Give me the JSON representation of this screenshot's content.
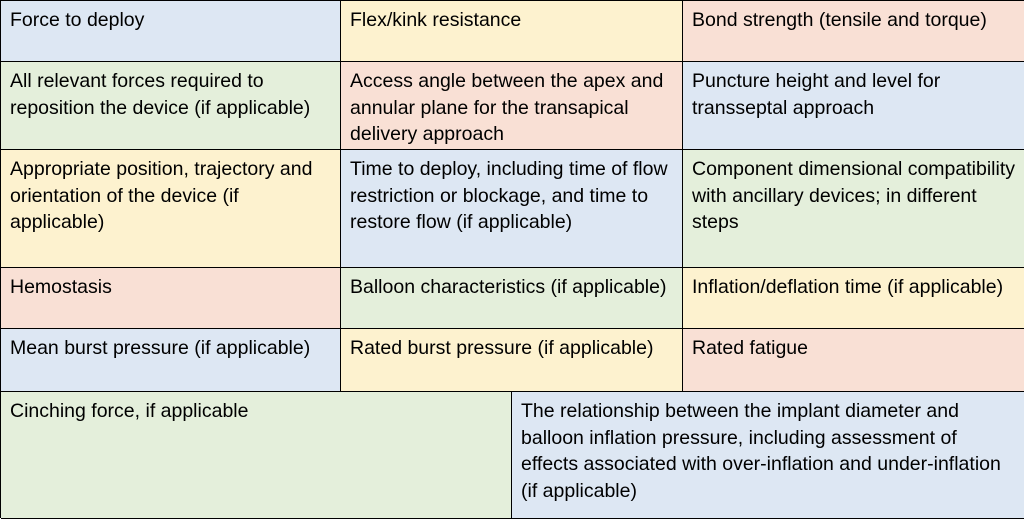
{
  "table": {
    "rows": [
      [
        {
          "text": "Force to deploy",
          "color": "#dde7f3"
        },
        {
          "text": "Flex/kink resistance",
          "color": "#fdf2cf"
        },
        {
          "text": "Bond strength (tensile and torque)",
          "color": "#f9e0d5"
        }
      ],
      [
        {
          "text": "All relevant forces required to reposition the device (if applicable)",
          "color": "#e4efdb"
        },
        {
          "text": "Access angle between the apex and annular plane for the transapical delivery approach",
          "color": "#f9e0d5"
        },
        {
          "text": "Puncture height and level for transseptal approach",
          "color": "#dde7f3"
        }
      ],
      [
        {
          "text": "Appropriate position, trajectory and orientation of the device (if applicable)",
          "color": "#fdf2cf"
        },
        {
          "text": "Time to deploy, including time of flow restriction or blockage, and time to restore flow (if applicable)",
          "color": "#dde7f3"
        },
        {
          "text": "Component dimensional compatibility with ancillary devices; in different steps",
          "color": "#e4efdb"
        }
      ],
      [
        {
          "text": "Hemostasis",
          "color": "#f9e0d5"
        },
        {
          "text": "Balloon characteristics (if applicable)",
          "color": "#e4efdb"
        },
        {
          "text": "Inflation/deflation time (if applicable)",
          "color": "#fdf2cf"
        }
      ],
      [
        {
          "text": "Mean burst pressure (if applicable)",
          "color": "#dde7f3"
        },
        {
          "text": "Rated burst pressure (if applicable)",
          "color": "#fdf2cf"
        },
        {
          "text": "Rated fatigue",
          "color": "#f9e0d5"
        }
      ]
    ],
    "last_row": [
      {
        "text": "Cinching force, if applicable",
        "color": "#e4efdb"
      },
      {
        "text": "The relationship between the implant diameter and balloon inflation pressure, including assessment of effects associated with over-inflation and under-inflation (if applicable)",
        "color": "#dde7f3"
      }
    ]
  }
}
